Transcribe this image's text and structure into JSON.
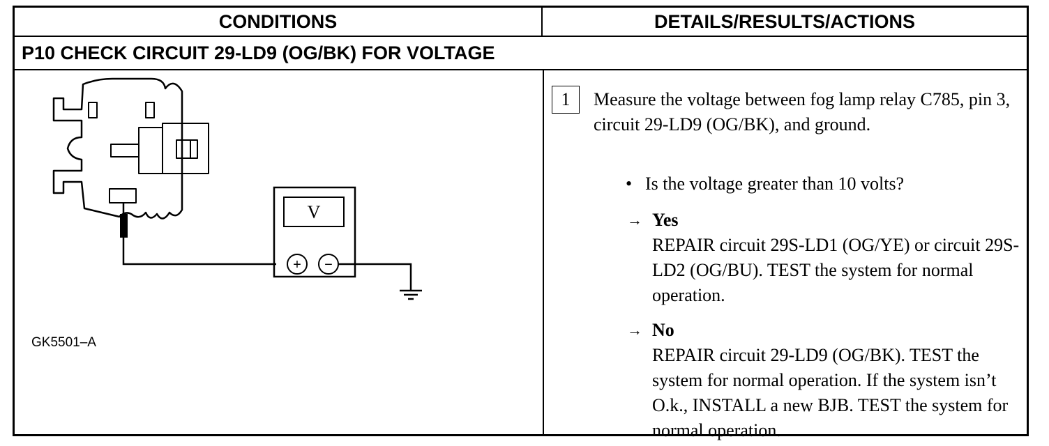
{
  "table": {
    "headers": {
      "conditions": "CONDITIONS",
      "details": "DETAILS/RESULTS/ACTIONS"
    },
    "step_title": "P10 CHECK CIRCUIT 29-LD9 (OG/BK) FOR VOLTAGE",
    "figure": {
      "meter_label": "V",
      "plus_symbol": "+",
      "minus_symbol": "−",
      "figure_id": "GK5501–A",
      "icons": [
        "relay-connector-icon",
        "voltmeter-icon",
        "ground-symbol-icon",
        "probe-icon"
      ]
    },
    "step": {
      "number": "1",
      "instruction": "Measure the voltage between fog lamp relay C785, pin 3, circuit 29-LD9 (OG/BK), and ground.",
      "question": "Is the voltage greater than 10 volts?",
      "bullet": "•",
      "arrow": "→",
      "yes": {
        "label": "Yes",
        "action": "REPAIR circuit 29S-LD1 (OG/YE) or circuit 29S-LD2 (OG/BU). TEST the system for normal operation."
      },
      "no": {
        "label": "No",
        "action": "REPAIR circuit 29-LD9 (OG/BK). TEST the system for normal operation. If the system isn’t O.k., INSTALL a new BJB. TEST the system for normal operation."
      }
    }
  }
}
